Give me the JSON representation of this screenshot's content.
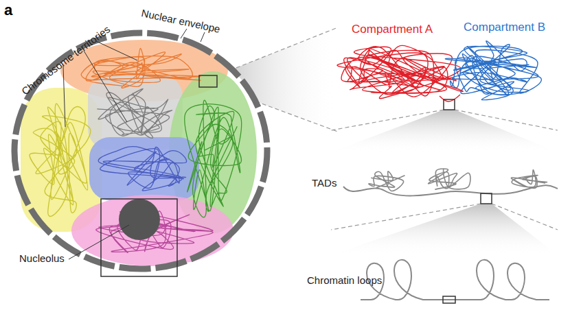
{
  "diagram": {
    "labels": [
      "a",
      "Chromosome territories",
      "Nuclear envelope",
      "Nucleolus",
      "Compartment A",
      "Compartment B",
      "TADs",
      "Chromatin loops"
    ]
  }
}
